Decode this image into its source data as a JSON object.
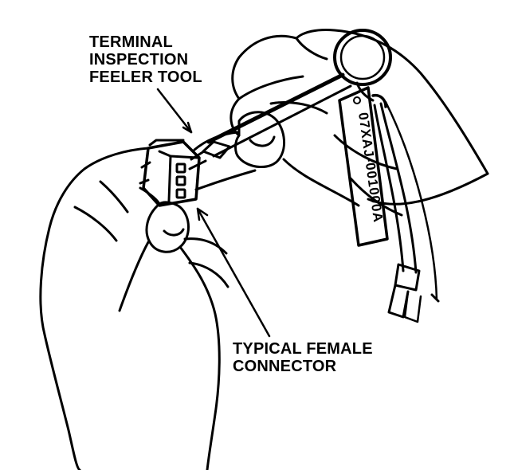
{
  "labels": {
    "tool": {
      "line1": "TERMINAL",
      "line2": "INSPECTION",
      "line3": "FEELER TOOL"
    },
    "connector": {
      "line1": "TYPICAL FEMALE",
      "line2": "CONNECTOR"
    }
  },
  "tool_tag": {
    "part_number": "07XAJ-001000A"
  },
  "colors": {
    "ink": "#000000",
    "paper": "#ffffff"
  }
}
